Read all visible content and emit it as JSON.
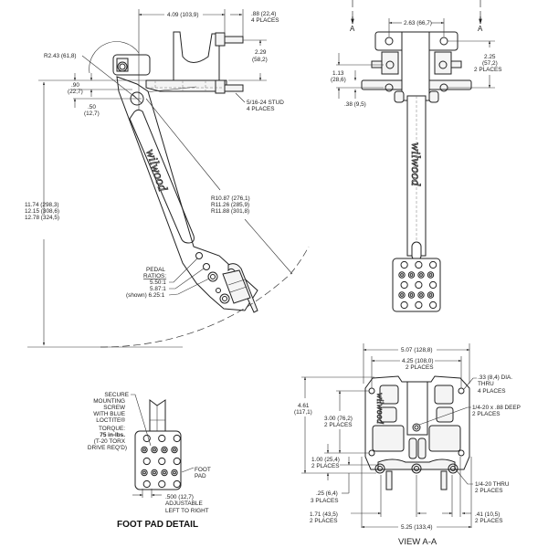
{
  "drawing": {
    "side_view": {
      "dim_top_width": "4.09 (103,9)",
      "dim_stud_len": [
        ".88 (22,4)",
        "4 PLACES"
      ],
      "dim_radius_pivot": "R2.43 (61,8)",
      "dim_mount_height": [
        "2.29",
        "(58,2)"
      ],
      "dim_offset_1": [
        ".90",
        "(22,7)"
      ],
      "dim_offset_2": [
        ".50",
        "(12,7)"
      ],
      "stud_note": [
        "5/16-24 STUD",
        "4 PLACES"
      ],
      "dim_heights": [
        "11.74 (298,3)",
        "12.15 (308,6)",
        "12.78 (324,5)"
      ],
      "dim_radii": [
        "R10.87 (276,1)",
        "R11.26 (285,9)",
        "R11.88 (301,8)"
      ],
      "pedal_ratios_title": [
        "PEDAL",
        "RATIOS:"
      ],
      "pedal_ratios": [
        "5.50:1",
        "5.87:1",
        "(shown) 6.25:1"
      ],
      "logo_text": "wilwood"
    },
    "front_view": {
      "section_marker": "A",
      "dim_hole_spacing": "2.63 (66,7)",
      "dim_vertical_spacing": [
        "2.25",
        "(57,2)",
        "2 PLACES"
      ],
      "dim_left": [
        "1.13",
        "(28,6)"
      ],
      "dim_bottom": ".38 (9,5)",
      "logo_text": "wilwood"
    },
    "foot_pad_detail": {
      "title": "FOOT PAD DETAIL",
      "screw_note": [
        "SECURE",
        "MOUNTING",
        "SCREW",
        "WITH BLUE",
        "LOCTITE®",
        "TORQUE:",
        "75 in-lbs.",
        "(T-20 TORX",
        "DRIVE REQ'D)"
      ],
      "pad_label": [
        "FOOT",
        "PAD"
      ],
      "adjust_note": [
        ".500 (12,7)",
        "ADJUSTABLE",
        "LEFT TO RIGHT"
      ]
    },
    "view_aa": {
      "title": "VIEW A-A",
      "dim_outer_width": "5.07 (128,8)",
      "dim_inner_width": [
        "4.25 (108,0)",
        "2 PLACES"
      ],
      "dim_hole_dia": [
        ".33 (8,4) DIA.",
        "THRU",
        "4 PLACES"
      ],
      "dim_total_height": [
        "4.61",
        "(117,1)"
      ],
      "dim_tapped": [
        "1/4-20 x .88 DEEP",
        "2 PLACES"
      ],
      "dim_height_3": [
        "3.00 (76,2)",
        "2 PLACES"
      ],
      "dim_height_1": [
        "1.00 (25,4)",
        "2 PLACES"
      ],
      "dim_small": [
        ".25 (6,4)",
        "3 PLACES"
      ],
      "dim_thru": [
        "1/4-20 THRU",
        "2 PLACES"
      ],
      "dim_left_offset": [
        "1.71 (43,5)",
        "2 PLACES"
      ],
      "dim_right_offset": [
        ".41 (10,5)",
        "2 PLACES"
      ],
      "dim_base_width": "5.25 (133,4)",
      "logo_text": "wilwood"
    }
  }
}
